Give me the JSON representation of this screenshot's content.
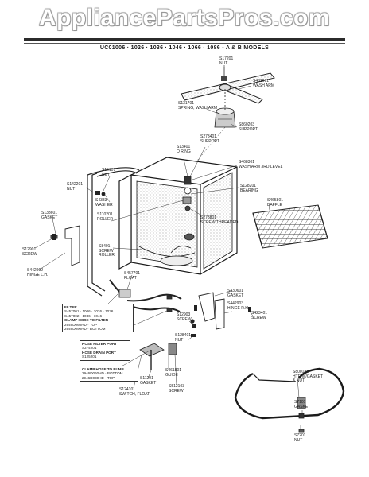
{
  "watermark": "AppliancePartsPros.com",
  "title": "UC01006 · 1026 · 1036 · 1046 · 1066 · 1086 - A & B MODELS",
  "labels": {
    "s17201": {
      "part": "S17201",
      "name": "NUT"
    },
    "s481001": {
      "part": "S481001",
      "name": "WASH ARM"
    },
    "s131701": {
      "part": "S131701",
      "name": "SPRING, WASH ARM"
    },
    "s860203": {
      "part": "S860203",
      "name": "SUPPORT"
    },
    "s13401": {
      "part": "S13401",
      "name": "O RING"
    },
    "s273401": {
      "part": "S273401",
      "name": "SUPPORT"
    },
    "s468301": {
      "part": "S468301",
      "name": "WASH ARM 3RD LEVEL"
    },
    "s15101": {
      "part": "S15101",
      "name": "NUT"
    },
    "s142201": {
      "part": "S142201",
      "name": "NUT"
    },
    "s4383": {
      "part": "S4383",
      "name": "WASHER"
    },
    "s128201": {
      "part": "S128201",
      "name": "BEARING"
    },
    "s110201": {
      "part": "S110201",
      "name": "ROLLER"
    },
    "s273801": {
      "part": "S273801",
      "name": "SCREW THREADED"
    },
    "s465801": {
      "part": "S465801",
      "name": "BAFFLE"
    },
    "s133601": {
      "part": "S133601",
      "name": "GASKET"
    },
    "s8401": {
      "part": "S8401",
      "name": "SCREW",
      "name2": "ROLLER"
    },
    "s12901": {
      "part": "S12901",
      "name": "SCREW"
    },
    "s442902": {
      "part": "S442902",
      "name": "HINGE L.H."
    },
    "s457701": {
      "part": "S457701",
      "name": "FLOAT"
    },
    "s430601": {
      "part": "S430601",
      "name": "GASKET"
    },
    "s442903": {
      "part": "S442903",
      "name": "HINGE R.H."
    },
    "s12903": {
      "part": "S12903",
      "name": "SCREW"
    },
    "s423401": {
      "part": "S423401",
      "name": "SCREW"
    },
    "s128401": {
      "part": "S128401",
      "name": "NUT"
    },
    "s11201": {
      "part": "S11201",
      "name": "GASKET"
    },
    "s461801": {
      "part": "S461801",
      "name": "GUIDE"
    },
    "s512103": {
      "part": "S512103",
      "name": "SCREW"
    },
    "s124101": {
      "part": "S124101",
      "name": "SWITCH, FLOAT"
    },
    "s800184": {
      "part": "S800184",
      "name": "HTR W/GASKET",
      "name2": "& NUT"
    },
    "s7101": {
      "part": "S7101",
      "name": "GASKET"
    },
    "s7201": {
      "part": "S7201",
      "name": "NUT"
    }
  },
  "boxes": {
    "filter": [
      "FILTER",
      "S457001 · 1006 · 1026 · 1036",
      "S457002 · 1036 · 1046",
      "CLAMP HOSE TO FILTER",
      "2946D060HD · TOP",
      "2946D090HD · BOTTOM"
    ],
    "drain": [
      "HOSE FILTER PORT",
      "S274201",
      "HOSE DRAIN PORT",
      "S125201"
    ],
    "pump": [
      "CLAMP HOSE TO PUMP",
      "2946D060HD · BOTTOM",
      "2946D030HD · TOP"
    ]
  }
}
